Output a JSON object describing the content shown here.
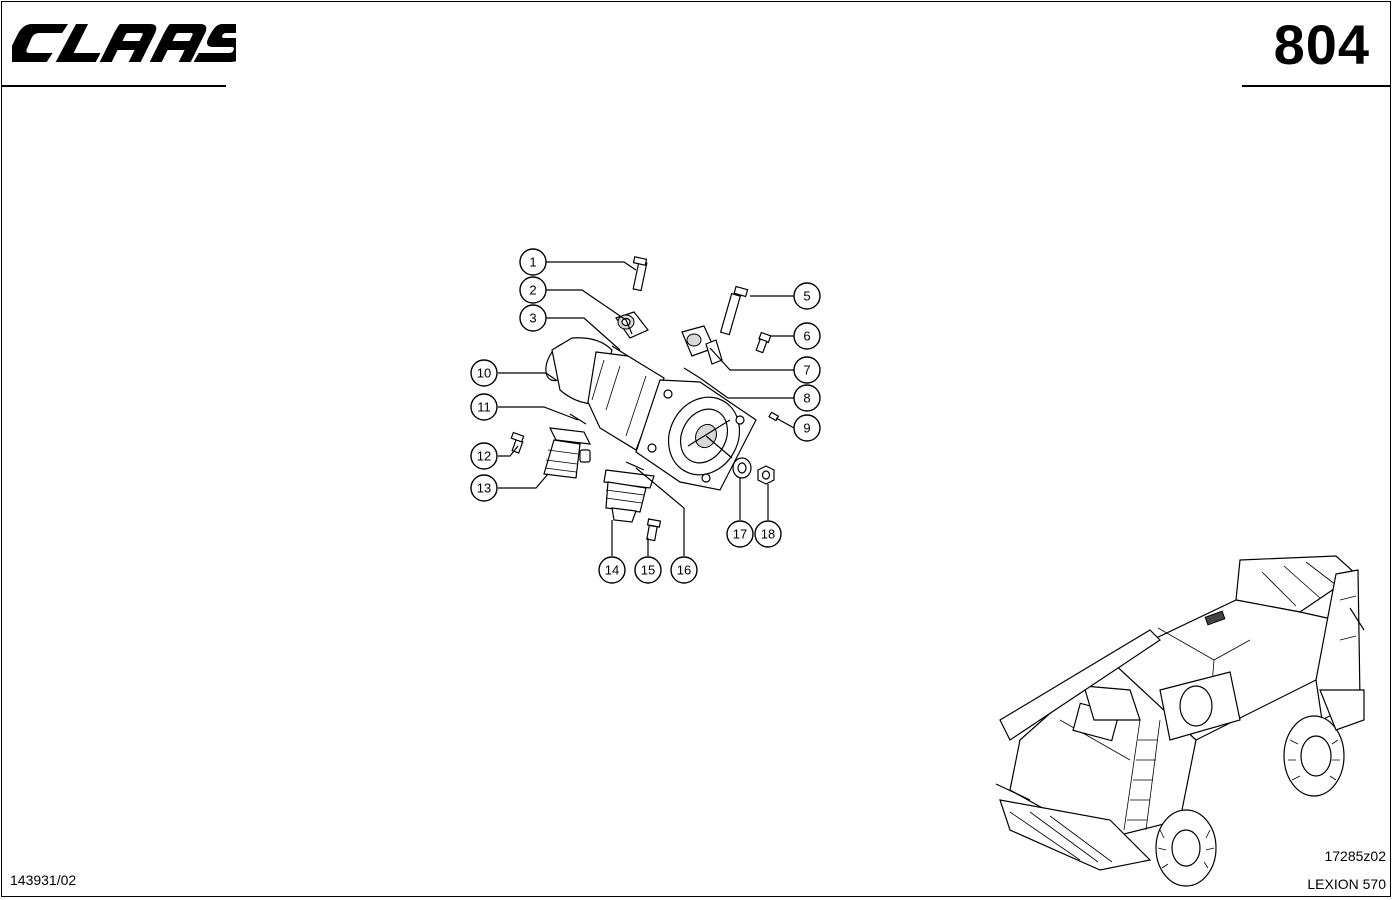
{
  "header": {
    "brand": "CLAAS",
    "page_number": "804"
  },
  "footer": {
    "doc_number": "143931/02",
    "drawing_number": "17285z02",
    "model_name": "LEXION 570"
  },
  "callouts": [
    {
      "label": "1"
    },
    {
      "label": "2"
    },
    {
      "label": "3"
    },
    {
      "label": "5"
    },
    {
      "label": "6"
    },
    {
      "label": "7"
    },
    {
      "label": "8"
    },
    {
      "label": "9"
    },
    {
      "label": "10"
    },
    {
      "label": "11"
    },
    {
      "label": "12"
    },
    {
      "label": "13"
    },
    {
      "label": "14"
    },
    {
      "label": "15"
    },
    {
      "label": "16"
    },
    {
      "label": "17"
    },
    {
      "label": "18"
    }
  ]
}
